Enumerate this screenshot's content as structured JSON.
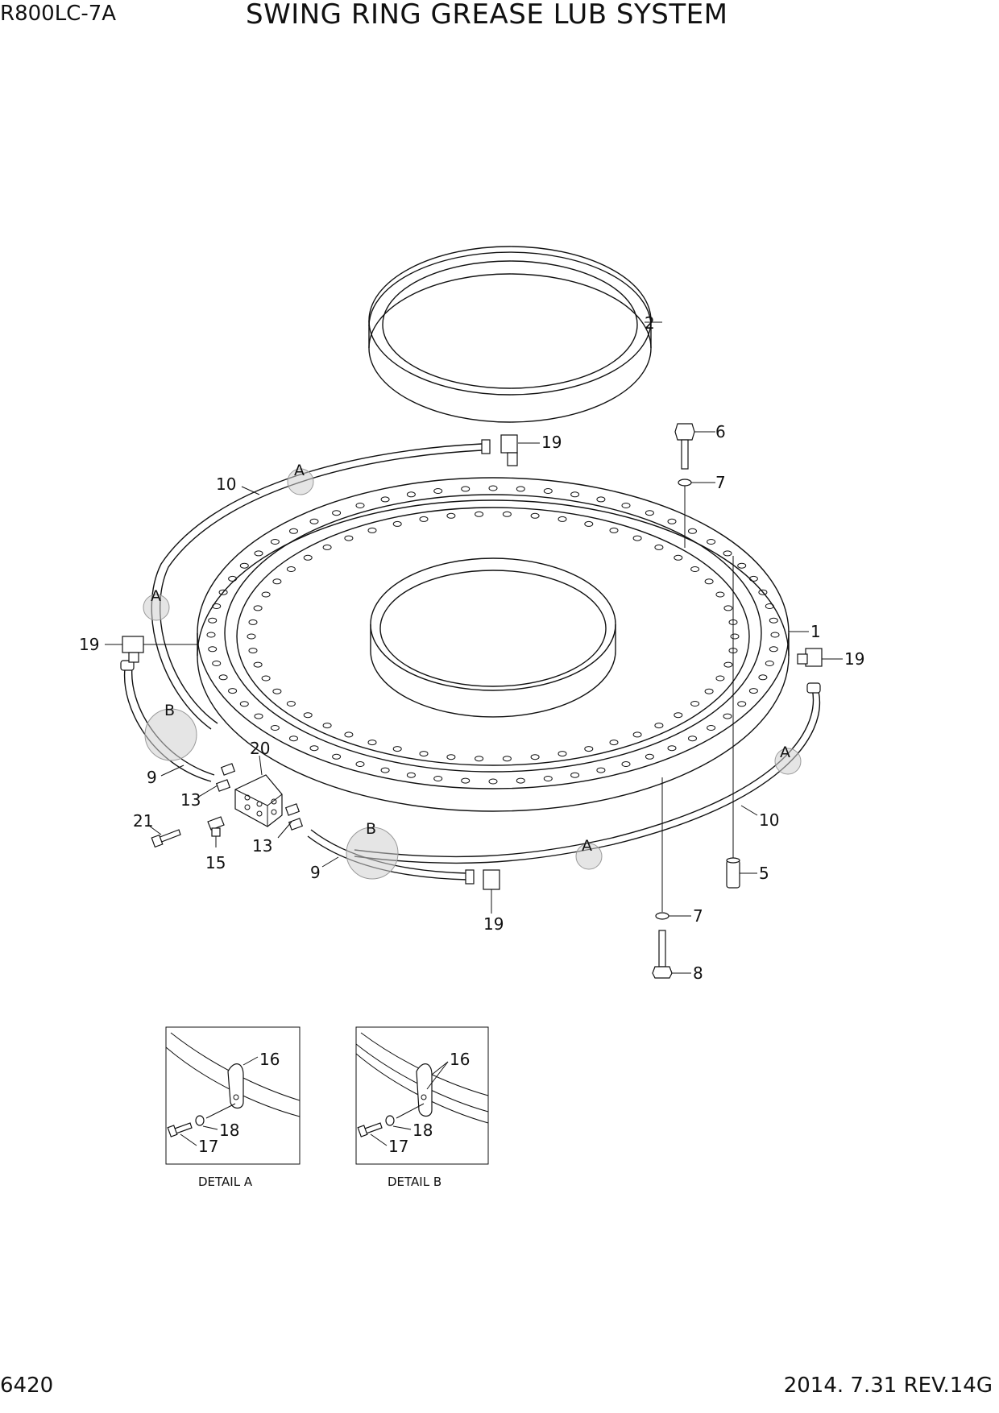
{
  "header": {
    "model": "R800LC-7A",
    "title": "SWING RING GREASE LUB SYSTEM"
  },
  "footer": {
    "page_number": "6420",
    "revision": "2014. 7.31  REV.14G"
  },
  "callouts": {
    "c1": "1",
    "c2": "2",
    "c5": "5",
    "c6": "6",
    "c7a": "7",
    "c7b": "7",
    "c8": "8",
    "c9a": "9",
    "c9b": "9",
    "c10a": "10",
    "c10b": "10",
    "c13a": "13",
    "c13b": "13",
    "c15": "15",
    "c19a": "19",
    "c19b": "19",
    "c19c": "19",
    "c19d": "19",
    "c20": "20",
    "c21": "21"
  },
  "detail_markers": {
    "a1": "A",
    "a2": "A",
    "a3": "A",
    "a4": "A",
    "b1": "B",
    "b2": "B"
  },
  "details": {
    "detail_a": {
      "caption": "DETAIL  A",
      "c16": "16",
      "c17": "17",
      "c18": "18"
    },
    "detail_b": {
      "caption": "DETAIL  B",
      "c16": "16",
      "c17": "17",
      "c18": "18"
    }
  }
}
